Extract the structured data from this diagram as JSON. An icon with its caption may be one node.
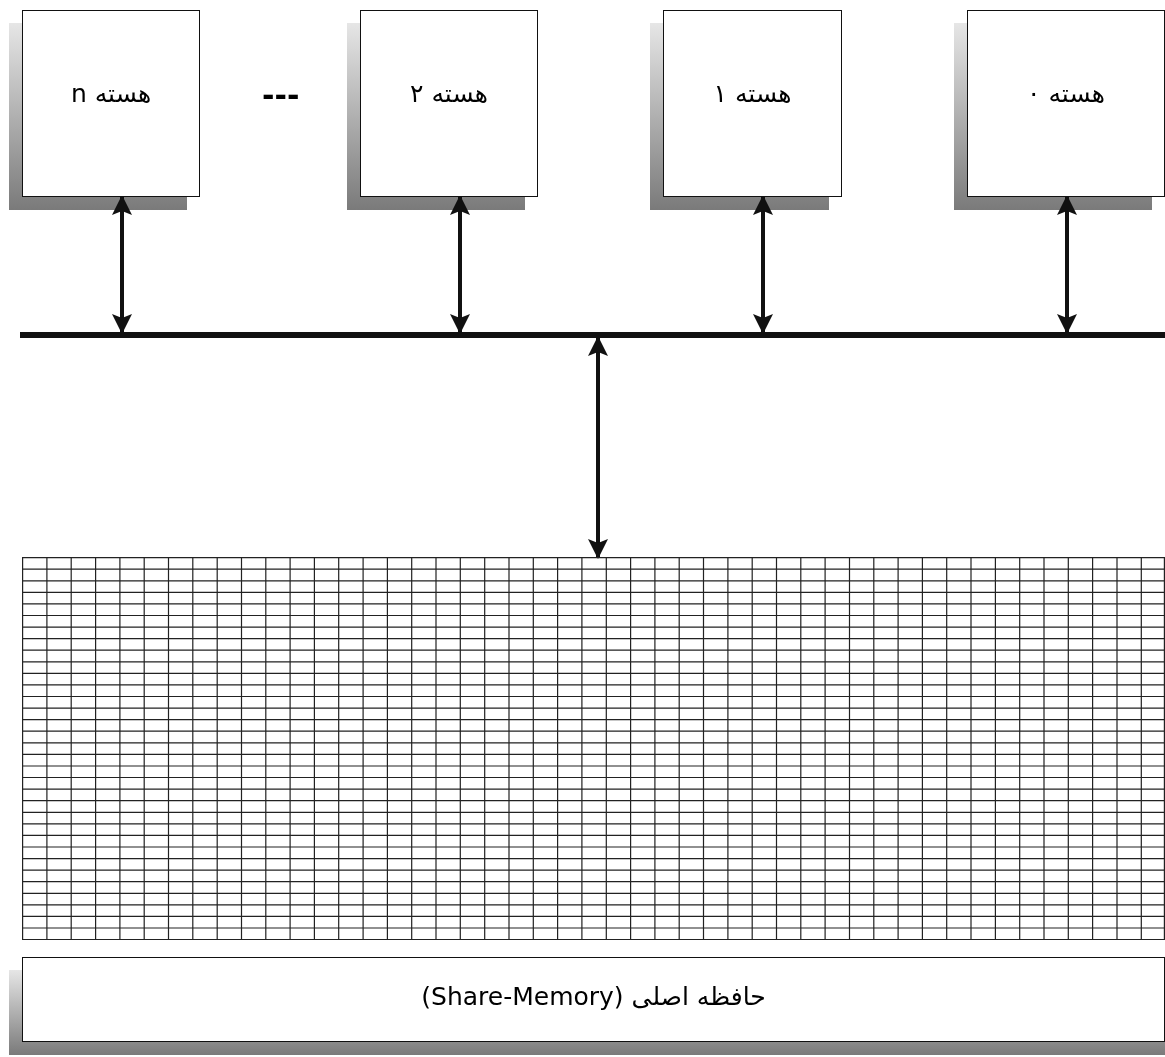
{
  "diagram": {
    "nodes": [
      {
        "text": [
          "هسته n"
        ]
      },
      {
        "text": [
          "هسته ۲"
        ]
      },
      {
        "text": [
          "هسته ۱"
        ]
      },
      {
        "text": [
          "هسته ۰"
        ]
      },
      {
        "text": [],
        "shape": "bar"
      },
      {
        "text": [],
        "shape": "box"
      },
      {
        "text": [
          "حافظه اصلی (Share-Memory)"
        ]
      }
    ],
    "edges": [
      {
        "from": 0,
        "to": 4,
        "arrow": "both"
      },
      {
        "from": 1,
        "to": 4,
        "arrow": "both"
      },
      {
        "from": 2,
        "to": 4,
        "arrow": "both"
      },
      {
        "from": 3,
        "to": 4,
        "arrow": "both"
      },
      {
        "from": 4,
        "to": 5,
        "arrow": "both"
      }
    ],
    "labels": [
      "---"
    ]
  }
}
